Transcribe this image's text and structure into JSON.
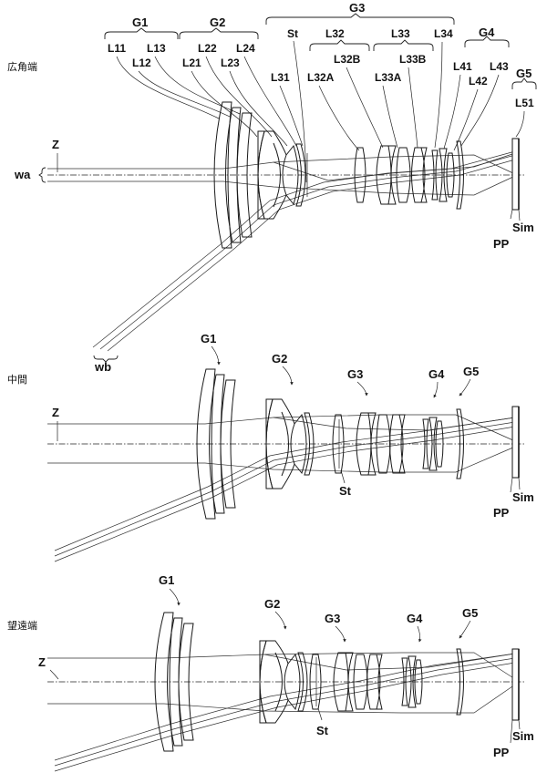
{
  "wide": {
    "state_label": "広角端",
    "groups": [
      "G1",
      "G2",
      "G3",
      "G4",
      "G5"
    ],
    "lenses": {
      "L11": "L11",
      "L12": "L12",
      "L13": "L13",
      "L21": "L21",
      "L22": "L22",
      "L23": "L23",
      "L24": "L24",
      "L31": "L31",
      "L32": "L32",
      "L32A": "L32A",
      "L32B": "L32B",
      "L33": "L33",
      "L33A": "L33A",
      "L33B": "L33B",
      "L34": "L34",
      "L41": "L41",
      "L42": "L42",
      "L43": "L43",
      "L51": "L51"
    },
    "stop": "St",
    "axis_label": "Z",
    "beam_a": "wa",
    "beam_b": "wb",
    "image_plane": "Sim",
    "plate": "PP"
  },
  "middle": {
    "state_label": "中間",
    "groups": [
      "G1",
      "G2",
      "G3",
      "G4",
      "G5"
    ],
    "stop": "St",
    "axis_label": "Z",
    "image_plane": "Sim",
    "plate": "PP"
  },
  "tele": {
    "state_label": "望遠端",
    "groups": [
      "G1",
      "G2",
      "G3",
      "G4",
      "G5"
    ],
    "stop": "St",
    "axis_label": "Z",
    "image_plane": "Sim",
    "plate": "PP"
  }
}
